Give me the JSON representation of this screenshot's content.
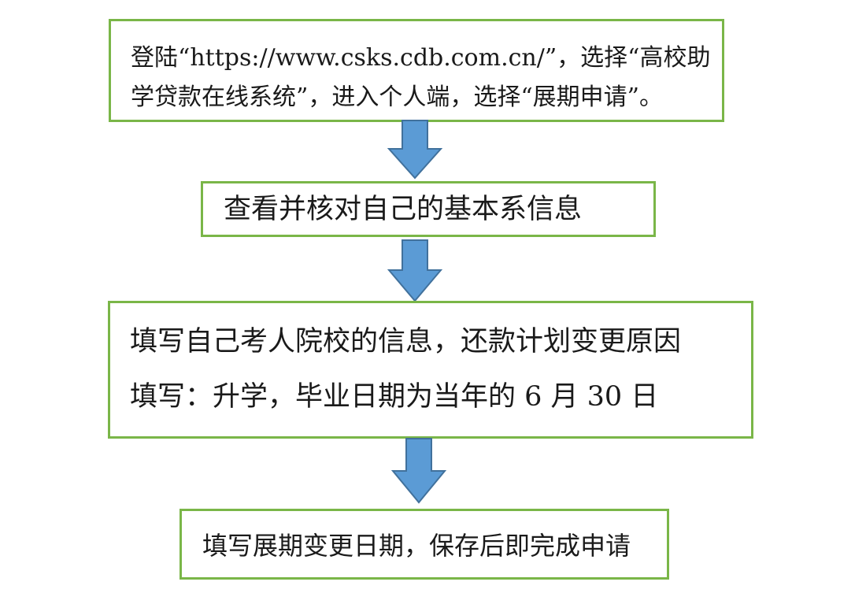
{
  "steps": [
    {
      "lines": [
        "登陆“https://www.csks.cdb.com.cn/”，选择“高校助",
        "学贷款在线系统”，进入个人端，选择“展期申请”。"
      ]
    },
    {
      "lines": [
        "查看并核对自己的基本系信息"
      ]
    },
    {
      "lines": [
        "填写自己考人院校的信息，还款计划变更原因",
        "填写：升学，毕业日期为当年的 6 月 30 日"
      ]
    },
    {
      "lines": [
        "填写展期变更日期，保存后即完成申请"
      ]
    }
  ],
  "colors": {
    "box_border": "#7ab648",
    "arrow_fill": "#5b9bd5",
    "arrow_stroke": "#41719c"
  }
}
